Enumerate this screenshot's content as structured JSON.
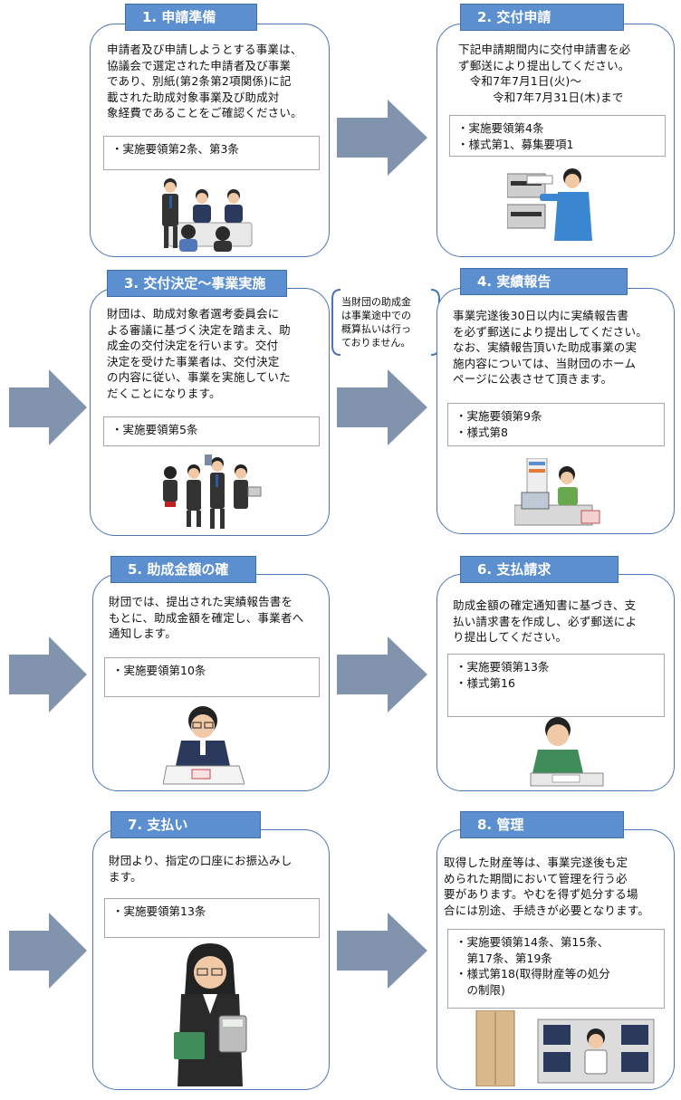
{
  "steps": [
    {
      "title": "1. 申請準備",
      "body": [
        "申請者及び申請しようとする事業は、",
        "協議会で選定された申請者及び事業",
        "であり、別紙(第2条第2項関係)に記",
        "載された助成対象事業及び助成対",
        "象経費であることをご確認ください。"
      ],
      "refs": [
        "・実施要領第2条、第3条"
      ]
    },
    {
      "title": "2. 交付申請",
      "body": [
        "下記申請期間内に交付申請書を必",
        "ず郵送により提出してください。",
        "　令和7年7月1日(火)～",
        "　　　令和7年7月31日(木)まで"
      ],
      "refs": [
        "・実施要領第4条",
        "・様式第1、募集要項1"
      ]
    },
    {
      "title": "3. 交付決定～事業実施",
      "body": [
        "財団は、助成対象者選考委員会に",
        "よる審議に基づく決定を踏まえ、助",
        "成金の交付決定を行います。交付",
        "決定を受けた事業者は、交付決定",
        "の内容に従い、事業を実施していた",
        "だくことになります。"
      ],
      "refs": [
        "・実施要領第5条"
      ]
    },
    {
      "title": "4. 実績報告",
      "body": [
        "事業完遂後30日以内に実績報告書",
        "を必ず郵送により提出してください。",
        "なお、実績報告頂いた助成事業の実",
        "施内容については、当財団のホーム",
        "ページに公表させて頂きます。"
      ],
      "refs": [
        "・実施要領第9条",
        "・様式第8"
      ]
    },
    {
      "title": "5. 助成金額の確",
      "body": [
        "財団では、提出された実績報告書を",
        "もとに、助成金額を確定し、事業者へ",
        "通知します。"
      ],
      "refs": [
        "・実施要領第10条"
      ]
    },
    {
      "title": "6. 支払請求",
      "body": [
        "助成金額の確定通知書に基づき、支",
        "払い請求書を作成し、必ず郵送によ",
        "り提出してください。"
      ],
      "refs": [
        "・実施要領第13条",
        "・様式第16"
      ]
    },
    {
      "title": "7. 支払い",
      "body": [
        "財団より、指定の口座にお振込みし",
        "ます。"
      ],
      "refs": [
        "・実施要領第13条"
      ]
    },
    {
      "title": "8. 管理",
      "body": [
        "取得した財産等は、事業完遂後も定",
        "められた期間において管理を行う必",
        "要があります。やむを得ず処分する場",
        "合には別途、手続きが必要となります。"
      ],
      "refs": [
        "・実施要領第14条、第15条、",
        "　第17条、第19条",
        "・様式第18(取得財産等の処分",
        "　の制限)"
      ]
    }
  ],
  "note": [
    "当財団の助成金",
    "は事業途中での",
    "概算払いは行っ",
    "ておりません。"
  ],
  "colors": {
    "accent": "#5b8fd0",
    "arrow": "#8294ad",
    "border": "#4a76b3"
  }
}
